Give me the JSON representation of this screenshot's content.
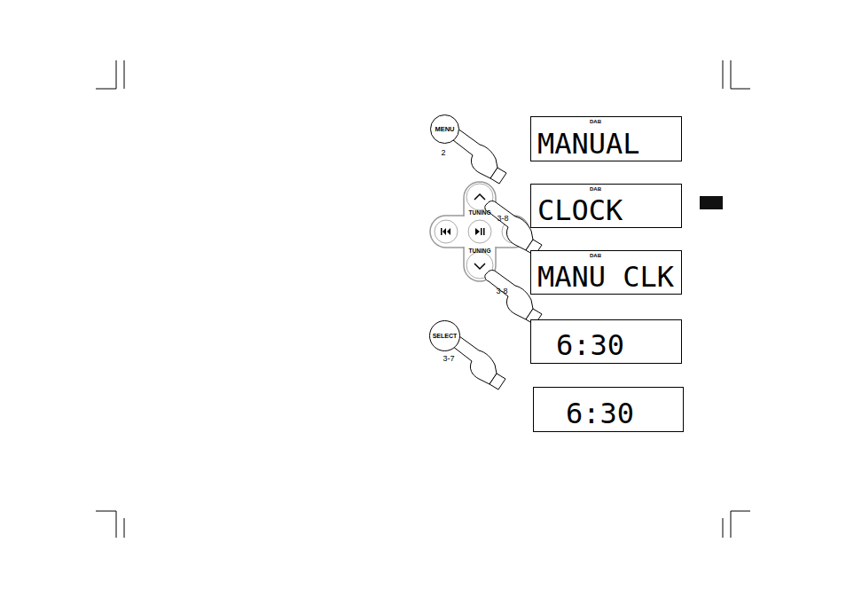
{
  "diagram": {
    "nodes": [
      {
        "text": [
          "MENU"
        ]
      },
      {
        "text": [
          "DAB",
          "MANUAL"
        ]
      },
      {
        "text": [
          "DAB",
          "CLOCK"
        ]
      },
      {
        "text": [
          "DAB",
          "MANU CLK"
        ]
      },
      {
        "text": [
          "SELECT"
        ]
      },
      {
        "text": [
          "6:30"
        ]
      },
      {
        "text": [
          "6:30"
        ]
      }
    ],
    "labels": [
      "2",
      "TUNING",
      "TUNING",
      "3-8",
      "3-8",
      "3-7"
    ]
  }
}
